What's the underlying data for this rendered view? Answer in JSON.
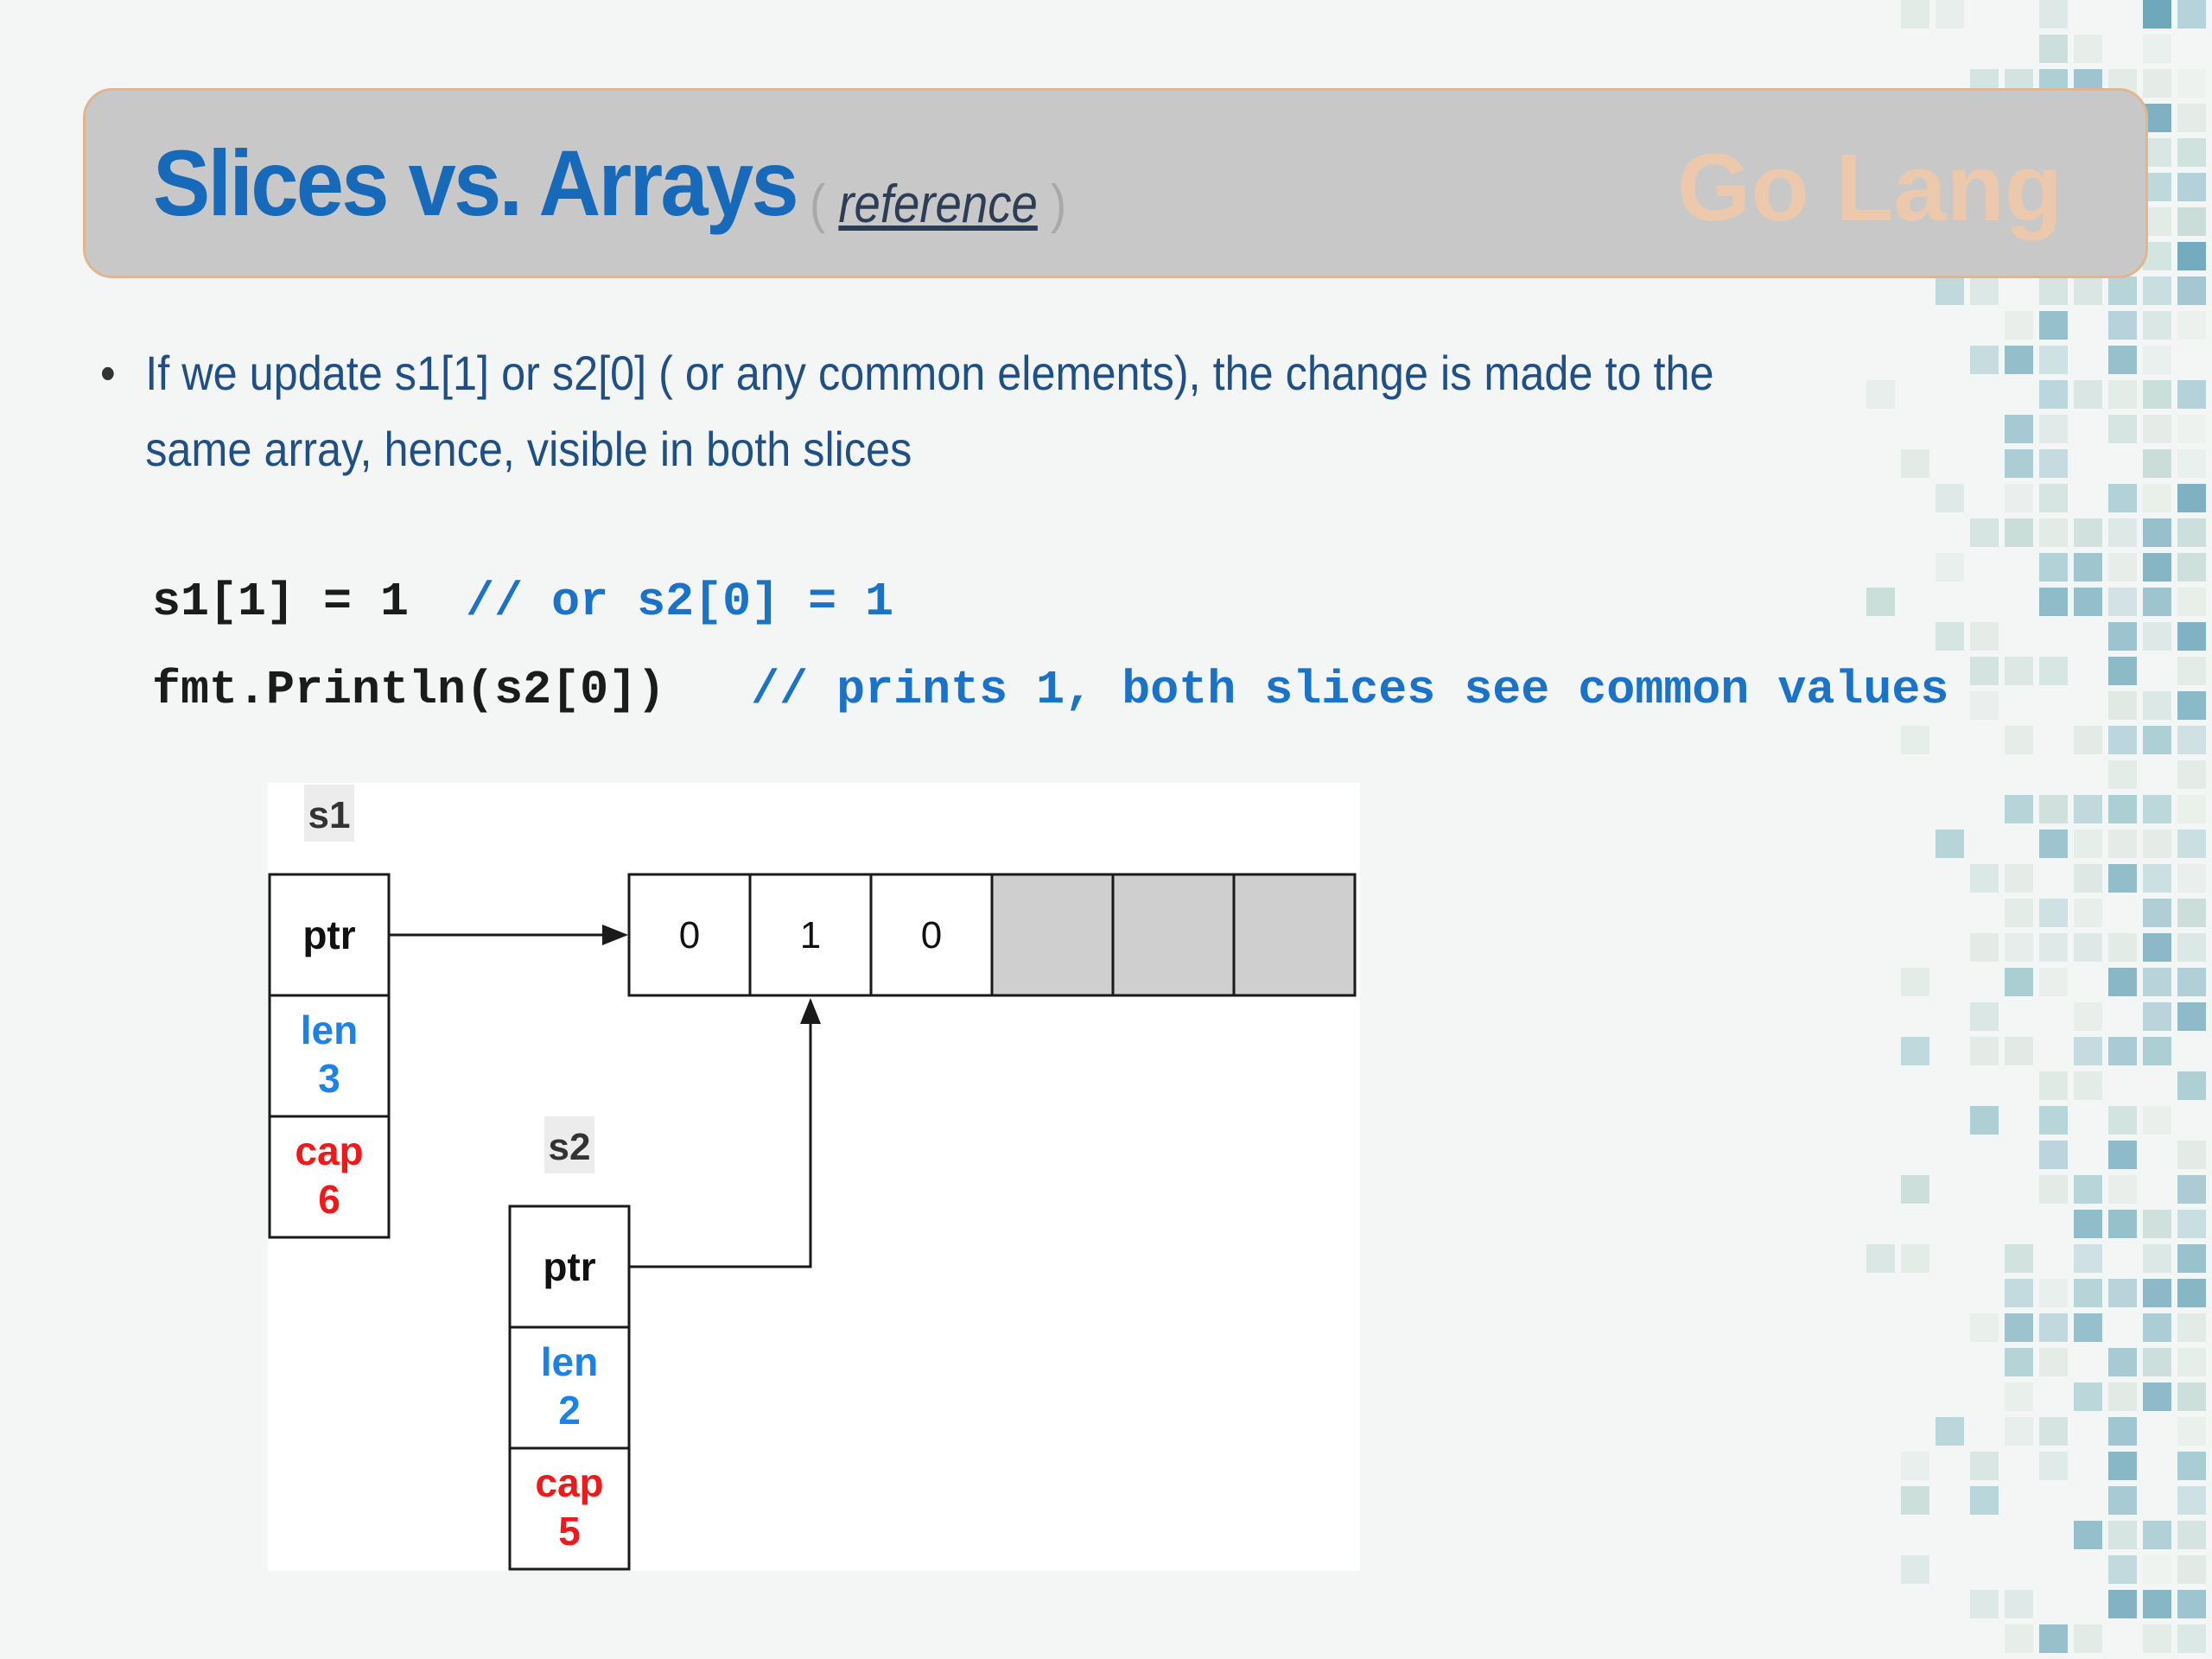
{
  "header": {
    "title": "Slices vs. Arrays",
    "ref_open": "(",
    "ref_link": "reference",
    "ref_close": ")",
    "brand": "Go Lang"
  },
  "bullet": {
    "symbol": "•",
    "text": "If we update s1[1] or s2[0] ( or any common elements), the change is made to the same array, hence, visible in both slices"
  },
  "code": {
    "line1": {
      "stmt": "s1[1] = 1  ",
      "comment": "// or s2[0] = 1"
    },
    "line2": {
      "stmt": "fmt.Println(s2[0])   ",
      "comment": "// prints 1, both slices see common values"
    }
  },
  "diagram": {
    "array": {
      "cells": [
        "0",
        "1",
        "0",
        "",
        "",
        ""
      ],
      "filled_color": "#ffffff",
      "empty_color": "#cfcfcf"
    },
    "s1": {
      "name": "s1",
      "ptr_label": "ptr",
      "len_label": "len",
      "len_value": "3",
      "cap_label": "cap",
      "cap_value": "6"
    },
    "s2": {
      "name": "s2",
      "ptr_label": "ptr",
      "len_label": "len",
      "len_value": "2",
      "cap_label": "cap",
      "cap_value": "5"
    },
    "colors": {
      "len": "#1a82e8",
      "cap": "#f01818",
      "text": "#111111",
      "line": "#1a1a1a"
    }
  },
  "colors": {
    "title": "#1769b9",
    "title_bar": "#c8c8c8",
    "title_border": "#e2b58e",
    "brand": "#f3c8a8",
    "body_text": "#1e4f86",
    "code_comment": "#1a73c8",
    "background": "#f4f5f5"
  }
}
